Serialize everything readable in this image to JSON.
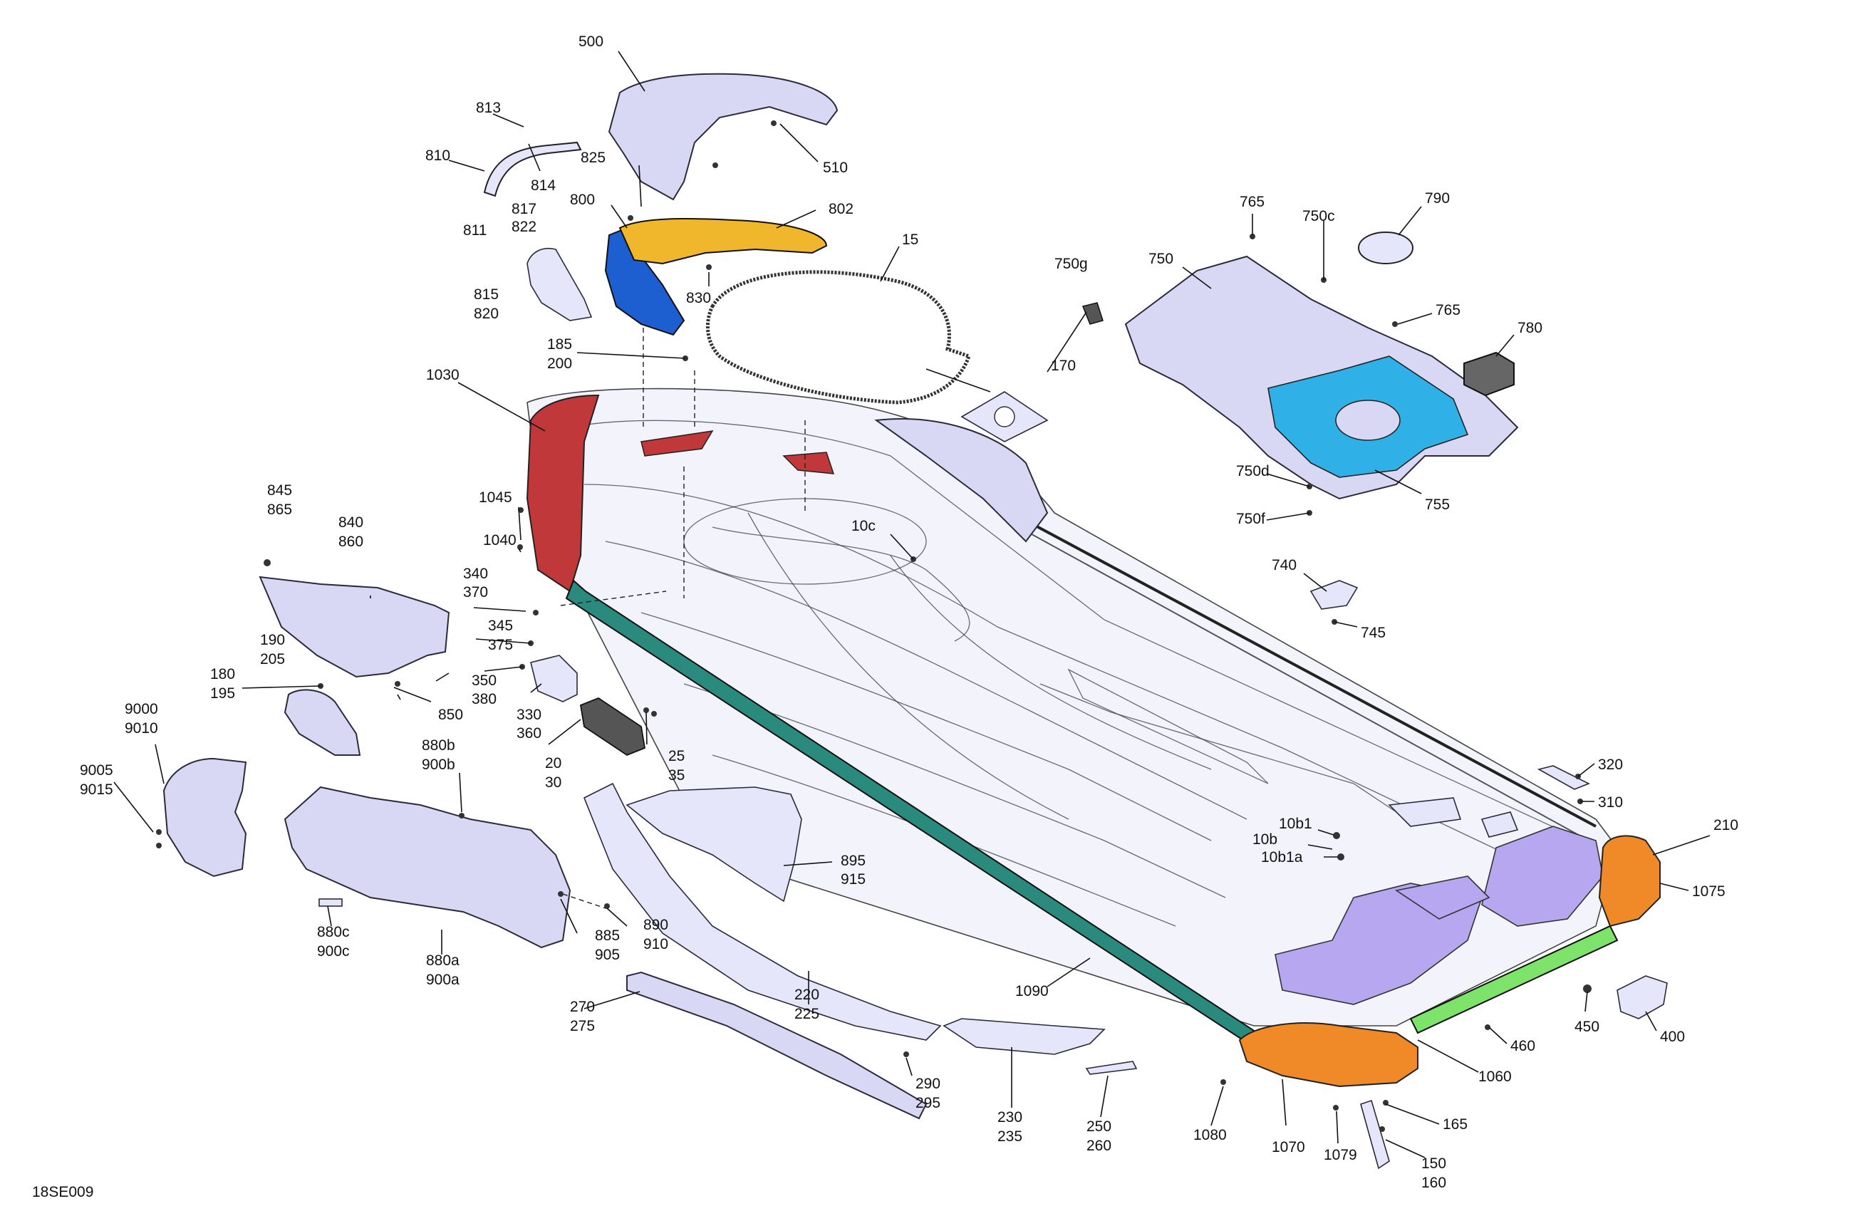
{
  "figure_code": "18SE009",
  "colors": {
    "part_fill": "#d8d8f5",
    "red": "#c0383a",
    "teal": "#2a8a7e",
    "green": "#7ee36a",
    "orange": "#f08a28",
    "purple": "#b7a6f0",
    "cyan": "#2fb0e6",
    "blue": "#1d5fd0",
    "yellow": "#f0b62c"
  },
  "callouts": {
    "c500": "500",
    "c510": "510",
    "c813": "813",
    "c810": "810",
    "c814": "814",
    "c811": "811",
    "c817": "817",
    "c822": "822",
    "c825": "825",
    "c800": "800",
    "c802": "802",
    "c830": "830",
    "c815": "815",
    "c820": "820",
    "c15": "15",
    "c185": "185",
    "c200": "200",
    "c1030": "1030",
    "c1045": "1045",
    "c1040": "1040",
    "c845": "845",
    "c865": "865",
    "c840": "840",
    "c860": "860",
    "c340": "340",
    "c370": "370",
    "c345": "345",
    "c375": "375",
    "c190": "190",
    "c205": "205",
    "c180": "180",
    "c195": "195",
    "c350": "350",
    "c380": "380",
    "c850": "850",
    "c330": "330",
    "c360": "360",
    "c20": "20",
    "c30": "30",
    "c25": "25",
    "c35": "35",
    "c9000": "9000",
    "c9010": "9010",
    "c9005": "9005",
    "c9015": "9015",
    "c880b": "880b",
    "c900b": "900b",
    "c895": "895",
    "c915": "915",
    "c880c": "880c",
    "c900c": "900c",
    "c880a": "880a",
    "c900a": "900a",
    "c885": "885",
    "c905": "905",
    "c890": "890",
    "c910": "910",
    "c270": "270",
    "c275": "275",
    "c220": "220",
    "c225": "225",
    "c290": "290",
    "c295": "295",
    "c230": "230",
    "c235": "235",
    "c250": "250",
    "c260": "260",
    "c1090": "1090",
    "c1080": "1080",
    "c1070": "1070",
    "c1079": "1079",
    "c150": "150",
    "c160": "160",
    "c165": "165",
    "c1060": "1060",
    "c460": "460",
    "c450": "450",
    "c400": "400",
    "c1075": "1075",
    "c210": "210",
    "c310": "310",
    "c320": "320",
    "c10b1": "10b1",
    "c10b": "10b",
    "c10b1a": "10b1a",
    "c10c": "10c",
    "c170": "170",
    "c765a": "765",
    "c750c": "750c",
    "c790": "790",
    "c750g": "750g",
    "c750": "750",
    "c765b": "765",
    "c780": "780",
    "c750d": "750d",
    "c750f": "750f",
    "c755": "755",
    "c740": "740",
    "c745": "745"
  }
}
